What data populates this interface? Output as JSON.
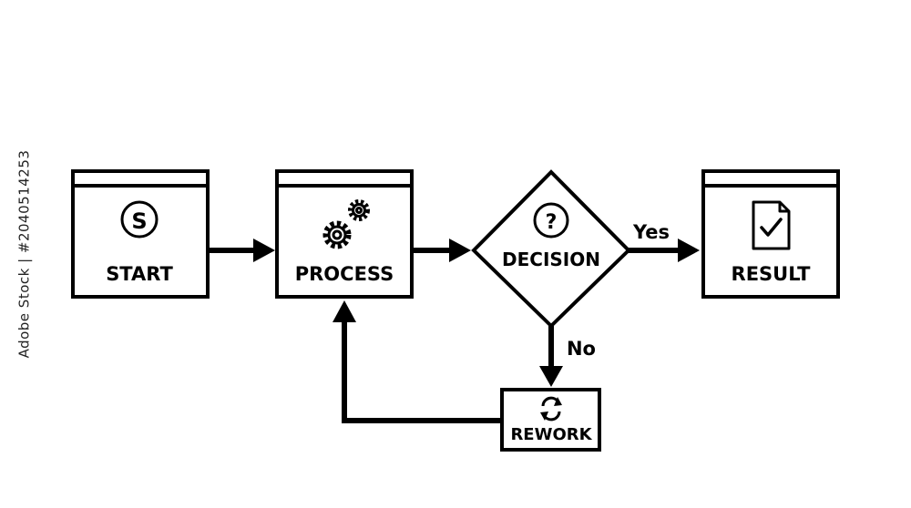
{
  "nodes": {
    "start": {
      "label": "START",
      "icon": "s-circle-icon"
    },
    "process": {
      "label": "PROCESS",
      "icon": "gears-icon"
    },
    "decision": {
      "label": "DECISION",
      "icon": "question-circle-icon"
    },
    "result": {
      "label": "RESULT",
      "icon": "document-check-icon"
    },
    "rework": {
      "label": "REWORK",
      "icon": "refresh-icon"
    }
  },
  "edges": {
    "yes": "Yes",
    "no": "No"
  },
  "icon_text": {
    "start_letter": "S",
    "decision_mark": "?"
  },
  "watermark": {
    "side_text": "Adobe Stock | #204051425​3"
  },
  "colors": {
    "stroke": "#000000",
    "background": "#ffffff"
  }
}
